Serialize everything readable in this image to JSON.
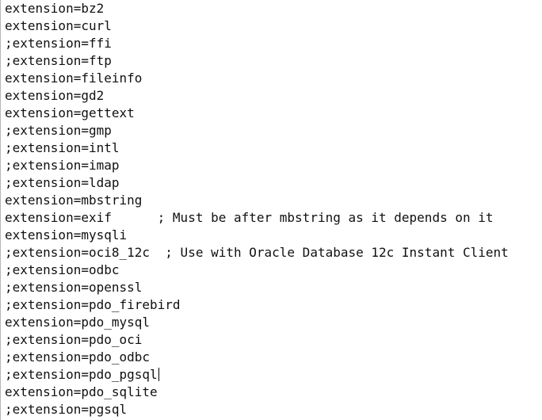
{
  "editor": {
    "lines": [
      "extension=bz2",
      "extension=curl",
      ";extension=ffi",
      ";extension=ftp",
      "extension=fileinfo",
      "extension=gd2",
      "extension=gettext",
      ";extension=gmp",
      ";extension=intl",
      ";extension=imap",
      ";extension=ldap",
      "extension=mbstring",
      "extension=exif      ; Must be after mbstring as it depends on it",
      "extension=mysqli",
      ";extension=oci8_12c  ; Use with Oracle Database 12c Instant Client",
      ";extension=odbc",
      ";extension=openssl",
      ";extension=pdo_firebird",
      "extension=pdo_mysql",
      ";extension=pdo_oci",
      ";extension=pdo_odbc",
      ";extension=pdo_pgsql",
      "extension=pdo_sqlite",
      ";extension=pgsql"
    ],
    "caret_line": 21
  }
}
